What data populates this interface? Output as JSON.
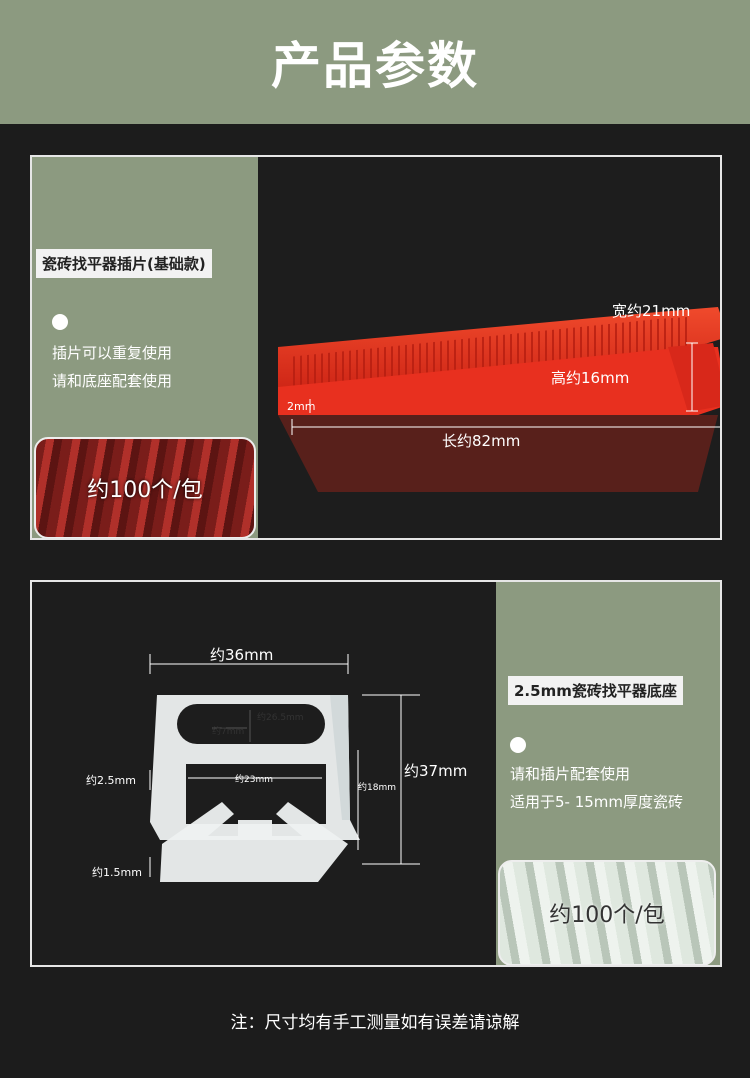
{
  "header": {
    "title": "产品参数"
  },
  "wedge": {
    "title": "瓷砖找平器插片(基础款)",
    "desc_lines": [
      "插片可以重复使用",
      "请和底座配套使用"
    ],
    "count": "约100个/包",
    "dims": {
      "width": "宽约21mm",
      "height": "高约16mm",
      "thick": "2mm",
      "length": "长约82mm"
    },
    "color": "#e8301f"
  },
  "base": {
    "title": "2.5mm瓷砖找平器底座",
    "desc_lines": [
      "请和插片配套使用",
      "适用于5- 15mm厚度瓷砖"
    ],
    "count": "约100个/包",
    "dims": {
      "width": "约36mm",
      "slot_len": "约26.5mm",
      "slot_h": "约7mm",
      "inner_w": "约23mm",
      "inner_h": "约18mm",
      "height": "约37mm",
      "gap": "约2.5mm",
      "foot": "约1.5mm"
    }
  },
  "footer": {
    "note": "注：尺寸均有手工测量如有误差请谅解"
  }
}
